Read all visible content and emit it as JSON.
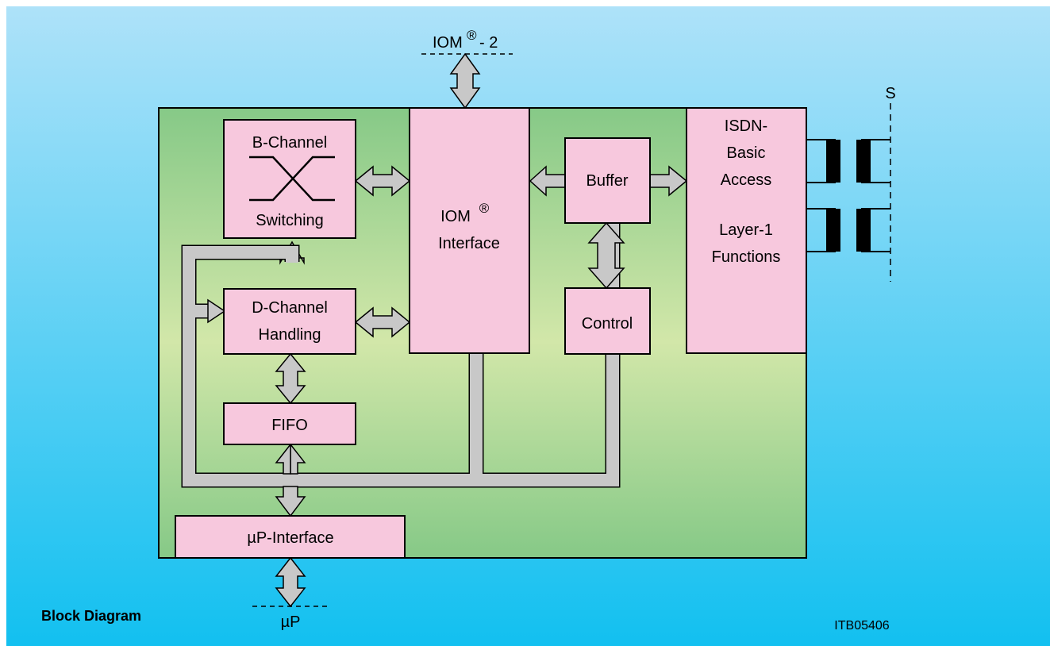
{
  "title": "Block Diagram",
  "figure_id": "ITB05406",
  "colors": {
    "background_top": "#aee2f9",
    "background_bottom": "#12c0f0",
    "chip_top": "#86c987",
    "chip_middle": "#d2e7a9",
    "block_fill": "#f7c8dd",
    "arrow_fill": "#c8c8c8"
  },
  "external": {
    "iom2": {
      "base": "IOM",
      "sup": "®",
      "suffix": " - 2"
    },
    "up": "µP",
    "s_bus": "S"
  },
  "blocks": {
    "b_channel": {
      "line1": "B-Channel",
      "line2": "Switching"
    },
    "d_channel": {
      "line1": "D-Channel",
      "line2": "Handling"
    },
    "fifo": "FIFO",
    "iom_interface": {
      "base": "IOM",
      "sup": "®",
      "line2": "Interface"
    },
    "buffer": "Buffer",
    "control": "Control",
    "isdn": {
      "line1": "ISDN-",
      "line2": "Basic",
      "line3": "Access",
      "line4": "Layer-1",
      "line5": "Functions"
    },
    "up_interface": "µP-Interface"
  }
}
